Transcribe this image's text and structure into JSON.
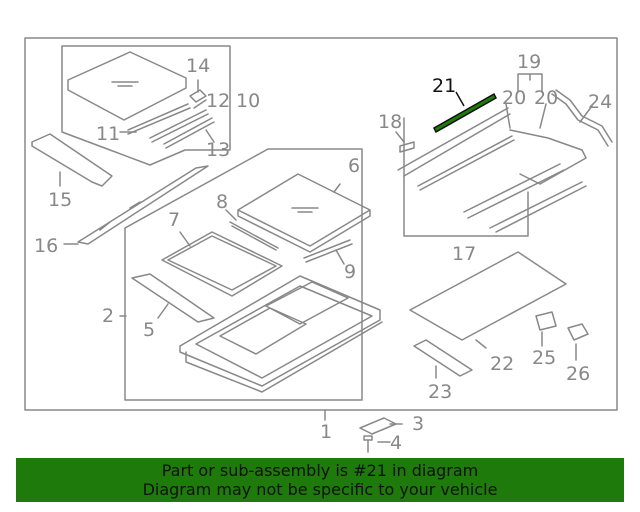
{
  "diagram": {
    "callouts": {
      "c1": "1",
      "c2": "2",
      "c3": "3",
      "c4": "4",
      "c5": "5",
      "c6": "6",
      "c7": "7",
      "c8": "8",
      "c9": "9",
      "c10": "10",
      "c11": "11",
      "c12": "12",
      "c13": "13",
      "c14": "14",
      "c15": "15",
      "c16": "16",
      "c17": "17",
      "c18": "18",
      "c19": "19",
      "c20a": "20",
      "c20b": "20",
      "c21": "21",
      "c22": "22",
      "c23": "23",
      "c24": "24",
      "c25": "25",
      "c26": "26"
    },
    "highlighted_part": "21",
    "colors": {
      "line": "#888888",
      "highlight": "#1f7a0c",
      "footer_bg": "#1f7a0c"
    }
  },
  "footer": {
    "line1": "Part or sub-assembly is #21 in diagram",
    "line2": "Diagram may not be specific to your vehicle"
  }
}
